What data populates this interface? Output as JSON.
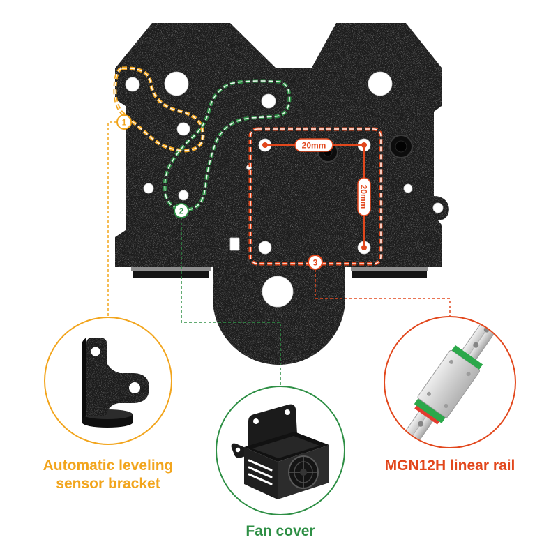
{
  "plate": {
    "color": "#1d1d1d"
  },
  "dimensions": {
    "color": "#e2471c",
    "horizontal": "20mm",
    "vertical": "20mm"
  },
  "callouts": [
    {
      "number": "1",
      "label_lines": [
        "Automatic leveling",
        "sensor bracket"
      ],
      "color": "#f2a51d",
      "icon": "sensor-bracket-icon"
    },
    {
      "number": "2",
      "label_lines": [
        "Fan cover"
      ],
      "color": "#2e8f45",
      "icon": "fan-cover-icon"
    },
    {
      "number": "3",
      "label_lines": [
        "MGN12H linear rail"
      ],
      "color": "#e2471c",
      "icon": "linear-rail-icon"
    }
  ]
}
